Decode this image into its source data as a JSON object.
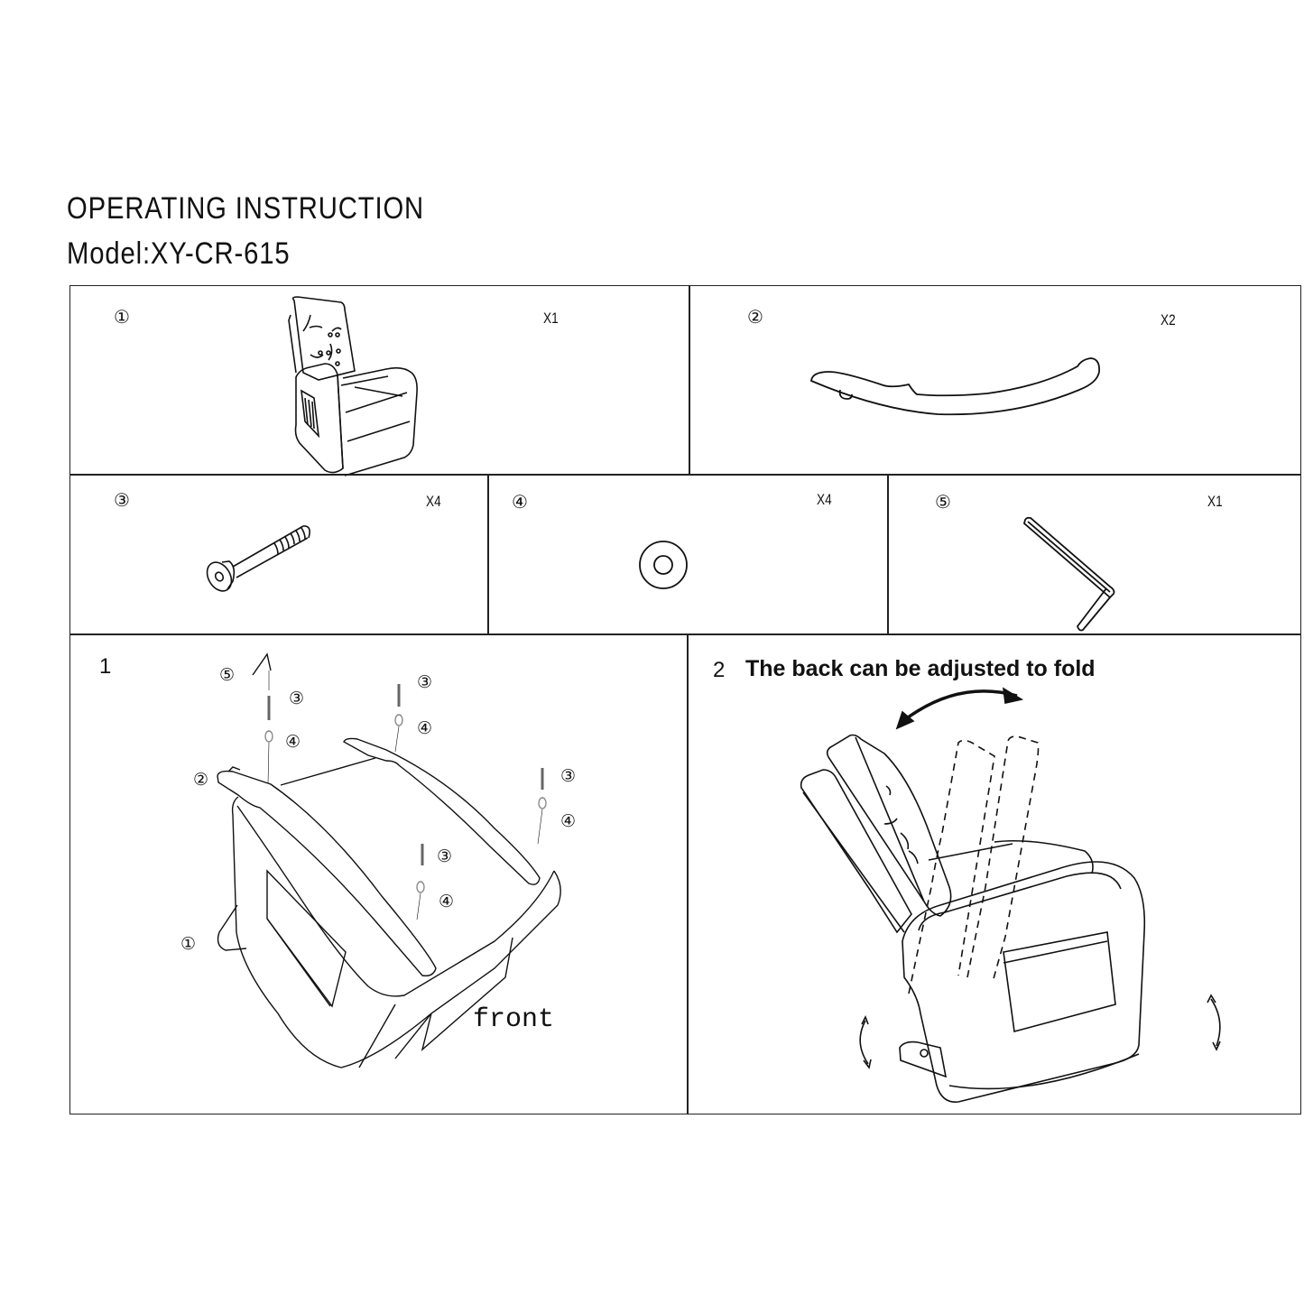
{
  "header": {
    "title": "OPERATING INSTRUCTION",
    "model": "Model:XY-CR-615"
  },
  "parts": [
    {
      "number": "①",
      "name": "recliner-chair",
      "quantity": "X1"
    },
    {
      "number": "②",
      "name": "rocker-rail",
      "quantity": "X2"
    },
    {
      "number": "③",
      "name": "bolt",
      "quantity": "X4"
    },
    {
      "number": "④",
      "name": "washer",
      "quantity": "X4"
    },
    {
      "number": "⑤",
      "name": "allen-key",
      "quantity": "X1"
    }
  ],
  "steps": [
    {
      "number": "1",
      "callouts": [
        "⑤",
        "③",
        "④",
        "②",
        "③",
        "④",
        "③",
        "④",
        "③",
        "④",
        "①"
      ],
      "label": "front"
    },
    {
      "number": "2",
      "text": "The back can be adjusted to fold"
    }
  ]
}
